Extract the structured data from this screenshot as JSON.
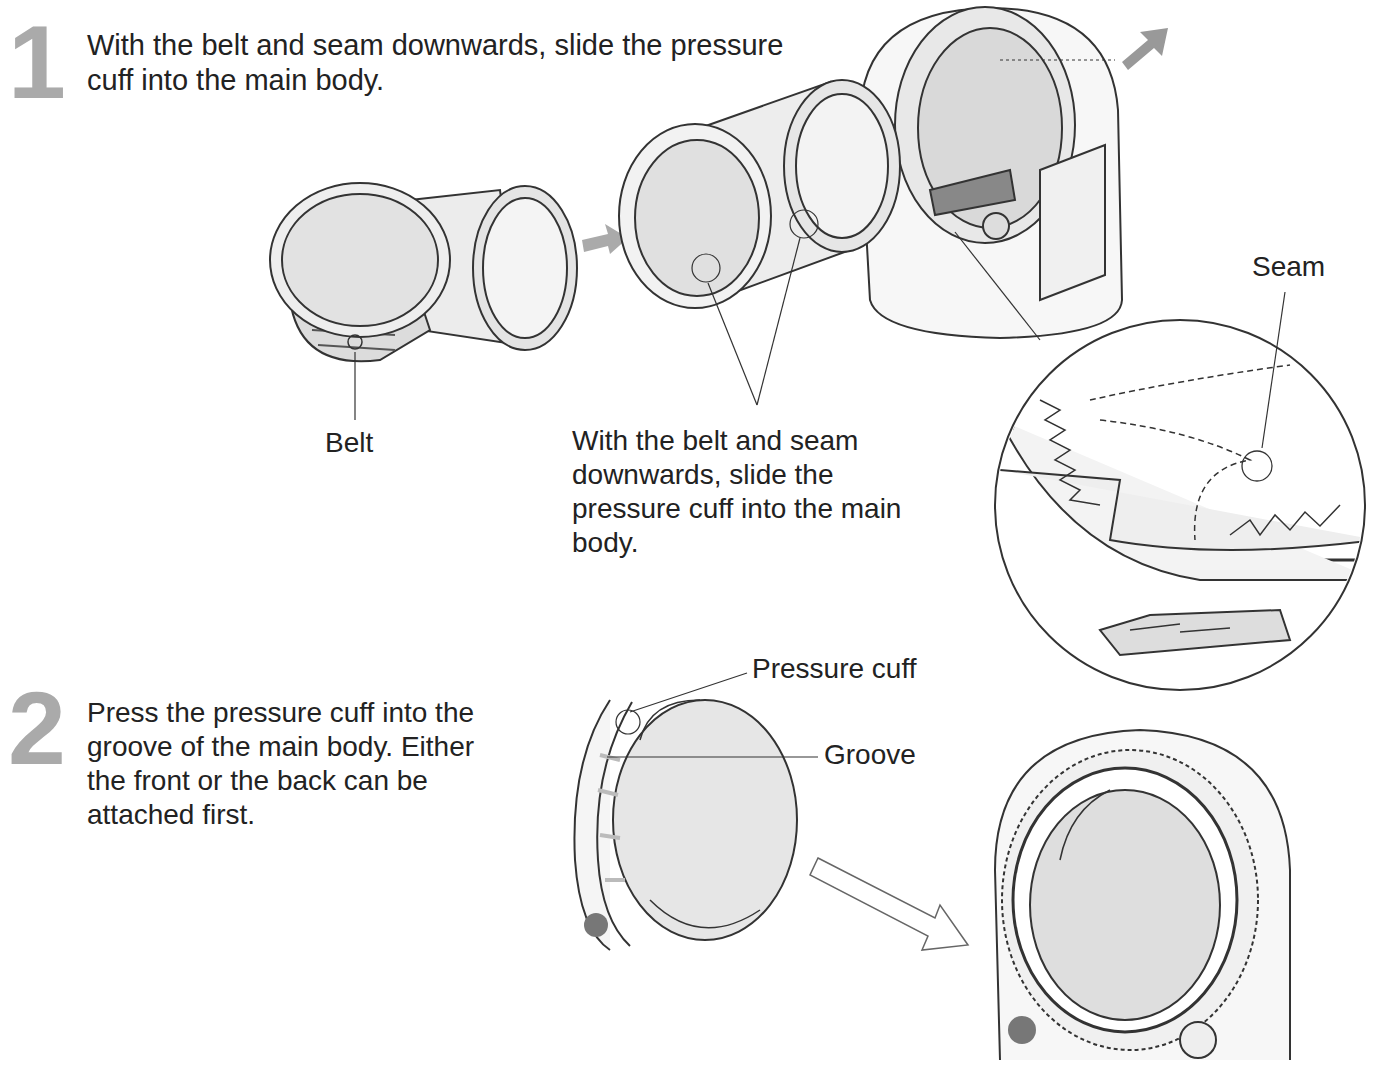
{
  "diagram": {
    "labels": [
      "1",
      "With the belt and seam downwards, slide the pressure cuff into the main body.",
      "Belt",
      "With the belt and seam downwards, slide the pressure cuff into the main body.",
      "Seam",
      "2",
      "Press the pressure cuff into the groove of the main body. Either the front or the back can be attached first.",
      "Pressure cuff",
      "Groove"
    ]
  }
}
